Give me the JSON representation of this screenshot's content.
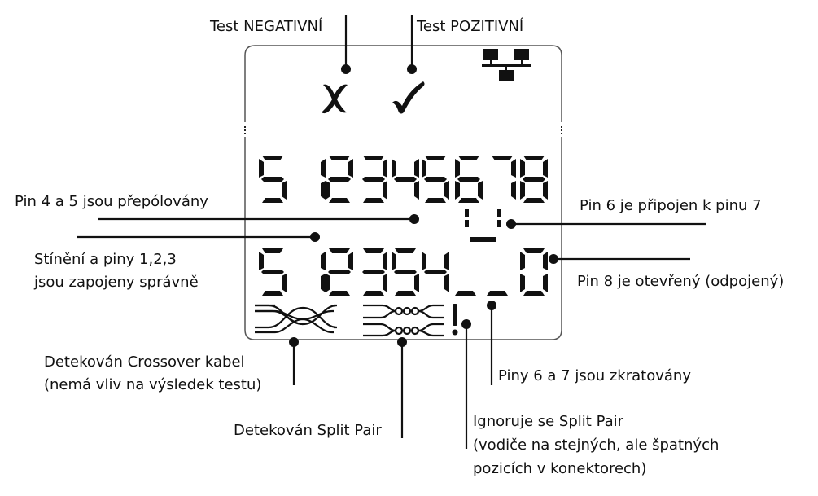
{
  "diagram": {
    "title": "LCD display legend - cable tester",
    "colors": {
      "ink": "#111111",
      "frame": "#555555",
      "background": "#ffffff"
    },
    "display": {
      "top_icons": [
        "x-mark-icon",
        "check-mark-icon",
        "network-icon"
      ],
      "row1": [
        "S",
        "1",
        "2",
        "3",
        "4",
        "5",
        "6",
        "7",
        "8"
      ],
      "row2": [
        "S",
        "1",
        "2",
        "3",
        "5",
        "4",
        "_",
        "_",
        "",
        "o"
      ],
      "bottom_icons": [
        "crossover-icon",
        "split-pair-icon",
        "exclamation-icon"
      ]
    },
    "labels": {
      "test_negative": "Test NEGATIVNÍ",
      "test_positive": "Test POZITIVNÍ",
      "pins_reversed": "Pin 4 a 5 jsou přepólovány",
      "shield_ok_1": "Stínění a piny 1,2,3",
      "shield_ok_2": "jsou zapojeny správně",
      "pin6_to_7": "Pin 6 je připojen k pinu 7",
      "pin8_open": "Pin 8 je otevřený (odpojený)",
      "crossover_1": "Detekován Crossover kabel",
      "crossover_2": "(nemá vliv na výsledek testu)",
      "split_pair": "Detekován Split Pair",
      "shorted": "Piny 6 a 7 jsou zkratovány",
      "ignore_split_1": "Ignoruje se Split Pair",
      "ignore_split_2": "(vodiče na stejných, ale špatných",
      "ignore_split_3": "pozicích v konektorech)"
    }
  }
}
